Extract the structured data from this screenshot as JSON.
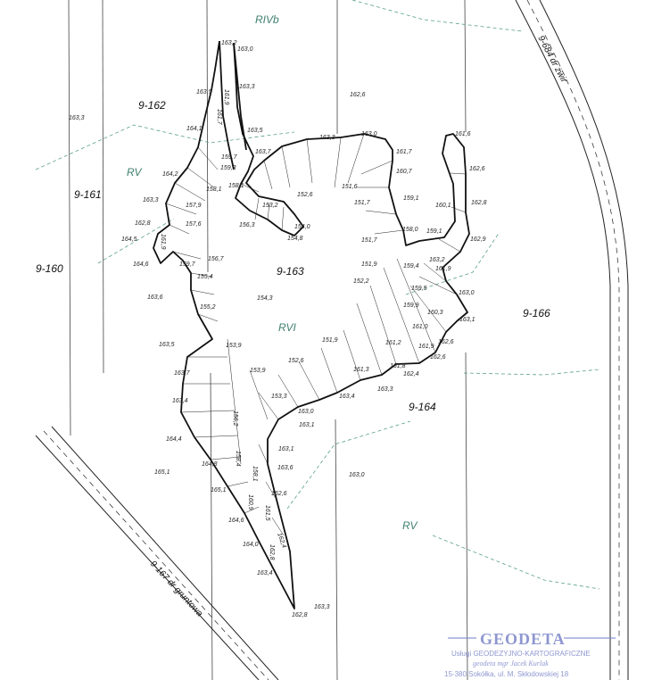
{
  "lots": {
    "l9_160": "9-160",
    "l9_161": "9-161",
    "l9_162": "9-162",
    "l9_163": "9-163",
    "l9_164": "9-164",
    "l9_166": "9-166"
  },
  "soil_classes": {
    "rivb": "RIVb",
    "rv_nw": "RV",
    "rvi": "RVI",
    "rv_se": "RV"
  },
  "roads": {
    "east": "9-684 dr żwir",
    "southwest": "9-167 dr gruntowa"
  },
  "elevations": [
    {
      "id": "e01",
      "text": "163,2"
    },
    {
      "id": "e02",
      "text": "163,0"
    },
    {
      "id": "e03",
      "text": "163,5"
    },
    {
      "id": "e04",
      "text": "161,9"
    },
    {
      "id": "e05",
      "text": "163,3"
    },
    {
      "id": "e06",
      "text": "162,6"
    },
    {
      "id": "e07",
      "text": "163,3"
    },
    {
      "id": "e08",
      "text": "161,7"
    },
    {
      "id": "e09",
      "text": "164,1"
    },
    {
      "id": "e10",
      "text": "163,5"
    },
    {
      "id": "e11",
      "text": "163,3"
    },
    {
      "id": "e12",
      "text": "163,0"
    },
    {
      "id": "e13",
      "text": "161,6"
    },
    {
      "id": "e14",
      "text": "159,7"
    },
    {
      "id": "e15",
      "text": "163,7"
    },
    {
      "id": "e16",
      "text": "161,7"
    },
    {
      "id": "e17",
      "text": "159,3"
    },
    {
      "id": "e18",
      "text": "160,7"
    },
    {
      "id": "e19",
      "text": "162,6"
    },
    {
      "id": "e20",
      "text": "164,2"
    },
    {
      "id": "e21",
      "text": "158,1"
    },
    {
      "id": "e22",
      "text": "158,1"
    },
    {
      "id": "e23",
      "text": "152,6"
    },
    {
      "id": "e24",
      "text": "151,6"
    },
    {
      "id": "e25",
      "text": "159,1"
    },
    {
      "id": "e26",
      "text": "163,3"
    },
    {
      "id": "e27",
      "text": "157,9"
    },
    {
      "id": "e28",
      "text": "153,2"
    },
    {
      "id": "e29",
      "text": "151,7"
    },
    {
      "id": "e30",
      "text": "160,1"
    },
    {
      "id": "e31",
      "text": "162,8"
    },
    {
      "id": "e32",
      "text": "157,6"
    },
    {
      "id": "e33",
      "text": "156,3"
    },
    {
      "id": "e34",
      "text": "154,0"
    },
    {
      "id": "e35",
      "text": "162,8"
    },
    {
      "id": "e36",
      "text": "158,0"
    },
    {
      "id": "e37",
      "text": "159,1"
    },
    {
      "id": "e38",
      "text": "164,5"
    },
    {
      "id": "e39",
      "text": "161,9"
    },
    {
      "id": "e40",
      "text": "154,8"
    },
    {
      "id": "e41",
      "text": "151,7"
    },
    {
      "id": "e42",
      "text": "162,9"
    },
    {
      "id": "e43",
      "text": "159,7"
    },
    {
      "id": "e44",
      "text": "156,7"
    },
    {
      "id": "e45",
      "text": "163,2"
    },
    {
      "id": "e46",
      "text": "164,6"
    },
    {
      "id": "e47",
      "text": "151,9"
    },
    {
      "id": "e48",
      "text": "159,4"
    },
    {
      "id": "e49",
      "text": "161,9"
    },
    {
      "id": "e50",
      "text": "155,4"
    },
    {
      "id": "e51",
      "text": "152,2"
    },
    {
      "id": "e52",
      "text": "159,5"
    },
    {
      "id": "e53",
      "text": "163,0"
    },
    {
      "id": "e54",
      "text": "163,6"
    },
    {
      "id": "e55",
      "text": "154,3"
    },
    {
      "id": "e56",
      "text": "159,9"
    },
    {
      "id": "e57",
      "text": "155,2"
    },
    {
      "id": "e58",
      "text": "160,3"
    },
    {
      "id": "e59",
      "text": "163,1"
    },
    {
      "id": "e60",
      "text": "161,0"
    },
    {
      "id": "e61",
      "text": "151,9"
    },
    {
      "id": "e62",
      "text": "162,6"
    },
    {
      "id": "e63",
      "text": "163,5"
    },
    {
      "id": "e64",
      "text": "153,9"
    },
    {
      "id": "e65",
      "text": "161,2"
    },
    {
      "id": "e66",
      "text": "161,9"
    },
    {
      "id": "e67",
      "text": "162,6"
    },
    {
      "id": "e68",
      "text": "152,6"
    },
    {
      "id": "e69",
      "text": "161,8"
    },
    {
      "id": "e70",
      "text": "163,7"
    },
    {
      "id": "e71",
      "text": "153,9"
    },
    {
      "id": "e72",
      "text": "161,3"
    },
    {
      "id": "e73",
      "text": "162,4"
    },
    {
      "id": "e74",
      "text": "153,3"
    },
    {
      "id": "e75",
      "text": "163,4"
    },
    {
      "id": "e76",
      "text": "163,3"
    },
    {
      "id": "e77",
      "text": "163,4"
    },
    {
      "id": "e78",
      "text": "163,0"
    },
    {
      "id": "e79",
      "text": "156,2"
    },
    {
      "id": "e80",
      "text": "163,1"
    },
    {
      "id": "e81",
      "text": "164,4"
    },
    {
      "id": "e82",
      "text": "163,1"
    },
    {
      "id": "e83",
      "text": "158,4"
    },
    {
      "id": "e84",
      "text": "165,1"
    },
    {
      "id": "e85",
      "text": "164,8"
    },
    {
      "id": "e86",
      "text": "163,6"
    },
    {
      "id": "e87",
      "text": "158,1"
    },
    {
      "id": "e88",
      "text": "163,0"
    },
    {
      "id": "e89",
      "text": "165,1"
    },
    {
      "id": "e90",
      "text": "162,6"
    },
    {
      "id": "e91",
      "text": "160,9"
    },
    {
      "id": "e92",
      "text": "164,6"
    },
    {
      "id": "e93",
      "text": "161,5"
    },
    {
      "id": "e94",
      "text": "164,0"
    },
    {
      "id": "e95",
      "text": "162,4"
    },
    {
      "id": "e96",
      "text": "163,4"
    },
    {
      "id": "e97",
      "text": "162,8"
    },
    {
      "id": "e98",
      "text": "163,3"
    },
    {
      "id": "e99",
      "text": "162,8"
    }
  ],
  "stamp": {
    "title": "GEODETA",
    "line1": "Usługi GEODEZYJNO-KARTOGRAFICZNE",
    "line2": "geodeta mgr Jacek Kurlak",
    "line3": "15-380 Sokółka, ul. M. Skłodowskiej 18"
  },
  "colors": {
    "ink": "#111111",
    "soil_label": "#3f7f6e",
    "soil_boundary": "#5aa08a",
    "stamp": "#7b86c9"
  }
}
